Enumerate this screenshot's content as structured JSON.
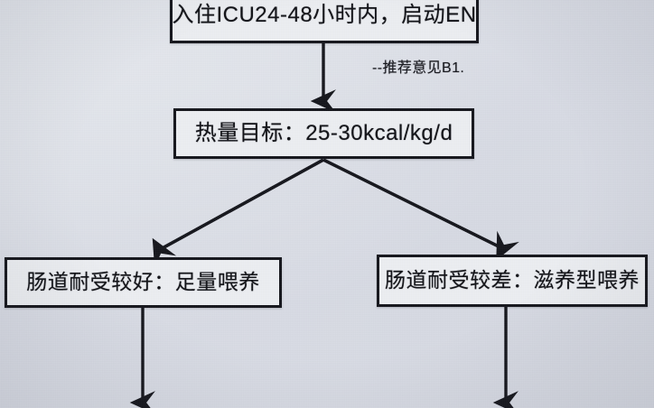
{
  "figure": {
    "kind": "clinical-flowchart",
    "background_color": "#dcdfe7",
    "node_fill_color": "#eceef2",
    "line_color": "#15161c"
  },
  "nodes": {
    "start": {
      "label": "入住ICU24-48小时内，启动EN"
    },
    "energy_target": {
      "label": "热量目标：25-30kcal/kg/d"
    },
    "tolerance_good": {
      "label": "肠道耐受较好：足量喂养"
    },
    "tolerance_poor": {
      "label": "肠道耐受较差：滋养型喂养"
    }
  },
  "annotations": {
    "recommendation_b1": "--推荐意见B1."
  },
  "edges": [
    {
      "name": "start-to-energy-target",
      "style": "straight-down-arrow"
    },
    {
      "name": "energy-target-to-tolerance-good",
      "style": "diagonal-left-arrow"
    },
    {
      "name": "energy-target-to-tolerance-poor",
      "style": "diagonal-right-arrow"
    },
    {
      "name": "tolerance-good-to-next",
      "style": "straight-down-arrow"
    },
    {
      "name": "tolerance-poor-to-next",
      "style": "straight-down-arrow"
    }
  ]
}
